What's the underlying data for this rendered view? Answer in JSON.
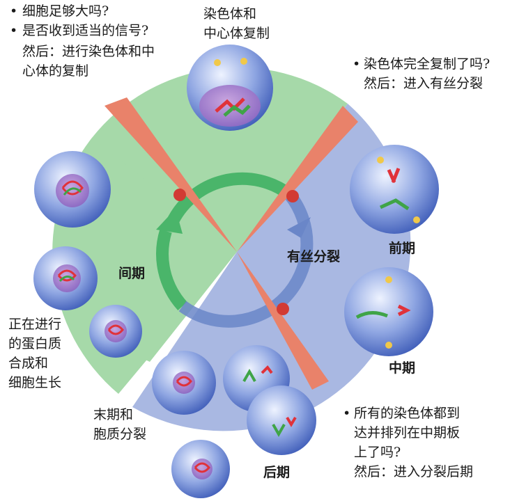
{
  "phases": {
    "interphase": "间期",
    "mitosis": "有丝分裂",
    "prophase": "前期",
    "metaphase": "中期",
    "anaphase": "后期",
    "telophase": "末期和",
    "telophase2": "胞质分裂"
  },
  "checkpoint_g1": {
    "q1": "细胞足够大吗?",
    "q2": "是否收到适当的信号?",
    "then1": "然后：进行染色体和中",
    "then2": "心体的复制"
  },
  "checkpoint_g2": {
    "q1": "染色体完全复制了吗?",
    "then1": "然后：进入有丝分裂"
  },
  "checkpoint_m": {
    "q1": "所有的染色体都到",
    "q2": "达并排列在中期板",
    "q3": "上了吗?",
    "then1": "然后：进入分裂后期"
  },
  "labels": {
    "replication1": "染色体和",
    "replication2": "中心体复制",
    "growth1": "正在进行",
    "growth2": "的蛋白质",
    "growth3": "合成和",
    "growth4": "细胞生长"
  },
  "bullet": "•",
  "colors": {
    "interphase_sector": "#a6d9a9",
    "mitosis_sector": "#a9b8e2",
    "checkpoint_wedge": "#e9826a",
    "cycle_arrow_green": "#4ab56a",
    "cycle_arrow_blue": "#6a86c8",
    "chromosome_red": "#e0323a",
    "chromosome_green": "#3fa447"
  }
}
